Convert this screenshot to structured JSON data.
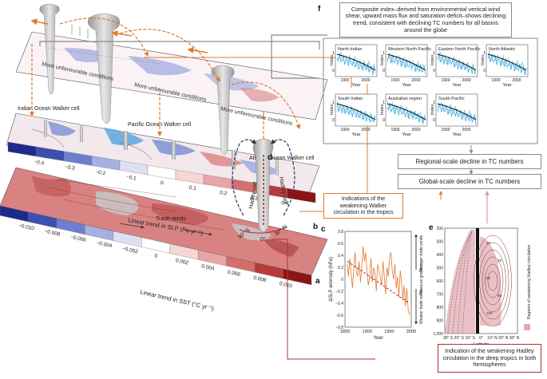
{
  "panels": {
    "a": "a",
    "b": "b",
    "c": "c",
    "d": "d",
    "e": "e",
    "f": "f"
  },
  "globe_labels": {
    "more_unfav_1": "More unfavourable conditions",
    "more_unfav_2": "More unfavourable conditions",
    "more_unfav_3": "More unfavourable conditions",
    "indian_walker": "Indian Ocean Walker cell",
    "pacific_walker": "Pacific Ocean Walker cell",
    "atlantic_walker": "Atlantic Ocean Walker cell",
    "trade_winds": "Trade winds"
  },
  "slp_colorbar": {
    "ticks": [
      "−0.4",
      "−0.3",
      "−0.2",
      "−0.1",
      "0",
      "0.1",
      "0.2",
      "0.3",
      "0.4"
    ],
    "label": "Linear trend in SLP (Pa yr⁻¹)",
    "colors": [
      "#1f2a8a",
      "#3d4fb0",
      "#6f7fcf",
      "#a7b0e2",
      "#dde0f3",
      "#ffffff",
      "#f6d6d6",
      "#e8a5a5",
      "#d46f6f",
      "#b83a3a",
      "#8b1515"
    ]
  },
  "sst_colorbar": {
    "ticks": [
      "−0.010",
      "−0.008",
      "−0.006",
      "−0.004",
      "−0.002",
      "0",
      "0.002",
      "0.004",
      "0.006",
      "0.008",
      "0.010"
    ],
    "label": "Linear trend in SST (°C yr⁻¹)",
    "colors": [
      "#1f2a8a",
      "#3d4fb0",
      "#6f7fcf",
      "#a7b0e2",
      "#dde0f3",
      "#ffffff",
      "#f6d6d6",
      "#e8a5a5",
      "#d46f6f",
      "#b83a3a",
      "#8b1515"
    ]
  },
  "hadley": {
    "cell_left": "Hadley cell",
    "cell_right": "Hadley cell",
    "lat_s": "30° S",
    "lat_0": "0°",
    "lat_n": "30° N"
  },
  "boxes": {
    "composite": "Composite index–derived from environmental vertical wind shear, upward mass flux and saturation deficit–shows declining trend, consistent with declining TC numbers for all basins around the globe",
    "regional": "Regional-scale decline in TC numbers",
    "global": "Global-scale decline in TC numbers",
    "walker": "Indications of the weakening Walker circulation in the tropics",
    "hadley_ind": "Indication of the weakening Hadley circulation in the deep tropics in both hemispheres"
  },
  "basins": {
    "titles": [
      "North Indian",
      "Western North Pacific",
      "Eastern North Pacific",
      "North Atlantic",
      "South Indian",
      "Australian region",
      "South Pacific"
    ],
    "ylabel": "Index",
    "xlabel": "Year",
    "xticks": [
      "1900",
      "2000"
    ],
    "yticks": [
      "0",
      "1"
    ]
  },
  "chart_slp": {
    "ylabel": "ΔSLP anomaly (hPa)",
    "xlabel": "Year",
    "xticks": [
      "1850",
      "1900",
      "1950",
      "2000"
    ],
    "yticks": [
      "0.8",
      "0.6",
      "0.4",
      "0.2",
      "0",
      "−0.2",
      "−0.4",
      "−0.6",
      "−0.8"
    ],
    "side_top": "Stronger trade winds",
    "side_mid": "Pressure gradient",
    "side_bot": "Weaker trade winds"
  },
  "chart_hadley": {
    "yticks": [
      "200",
      "300",
      "400",
      "500",
      "600",
      "700",
      "800",
      "900",
      "1,000"
    ],
    "xticks": [
      "30° S",
      "20° S",
      "10° S",
      "0°",
      "10° N",
      "20° N",
      "30° N"
    ],
    "xlabel": "Latitude",
    "legend": "Regions of weakening Hadley circulation",
    "contours": [
      "40",
      "20",
      "60",
      "80",
      "100"
    ]
  },
  "chart_data": {
    "type": "line",
    "title": "",
    "xlabel": "Year",
    "ylabel": "ΔSLP anomaly (hPa)",
    "xlim": [
      1850,
      2000
    ],
    "ylim": [
      -0.8,
      0.8
    ],
    "x": [
      1855,
      1858,
      1861,
      1864,
      1867,
      1870,
      1873,
      1876,
      1879,
      1882,
      1885,
      1888,
      1891,
      1894,
      1897,
      1900,
      1903,
      1906,
      1909,
      1912,
      1915,
      1918,
      1921,
      1924,
      1927,
      1930,
      1933,
      1936,
      1939,
      1942,
      1945,
      1948,
      1951,
      1954,
      1957,
      1960,
      1963,
      1966,
      1969,
      1972,
      1975,
      1978,
      1981,
      1984,
      1987,
      1990,
      1993,
      1996
    ],
    "series": [
      {
        "values": [
          0.25,
          0.05,
          0.35,
          0.1,
          -0.15,
          0.2,
          0.45,
          0.1,
          0.05,
          0.3,
          -0.05,
          0.2,
          0.55,
          0.3,
          0.45,
          0.1,
          -0.1,
          0.05,
          0.35,
          -0.05,
          0.2,
          0.1,
          -0.2,
          0.25,
          0.15,
          0.05,
          -0.1,
          0.3,
          0.05,
          -0.25,
          0.2,
          0.05,
          0.35,
          0.45,
          0.15,
          0.0,
          0.25,
          -0.15,
          0.05,
          -0.3,
          0.15,
          -0.05,
          -0.35,
          -0.1,
          -0.45,
          -0.15,
          -0.5,
          -0.6
        ]
      },
      {
        "values": [
          0.3,
          0.29,
          0.27,
          0.26,
          0.24,
          0.23,
          0.21,
          0.2,
          0.18,
          0.17,
          0.15,
          0.14,
          0.12,
          0.11,
          0.09,
          0.08,
          0.06,
          0.05,
          0.03,
          0.02,
          0.0,
          -0.01,
          -0.03,
          -0.04,
          -0.06,
          -0.07,
          -0.09,
          -0.1,
          -0.12,
          -0.13,
          -0.15,
          -0.16,
          -0.18,
          -0.19,
          -0.21,
          -0.22,
          -0.24,
          -0.25,
          -0.27,
          -0.28,
          -0.3,
          -0.31,
          -0.33,
          -0.34,
          -0.36,
          -0.37,
          -0.39,
          -0.4
        ]
      }
    ]
  }
}
